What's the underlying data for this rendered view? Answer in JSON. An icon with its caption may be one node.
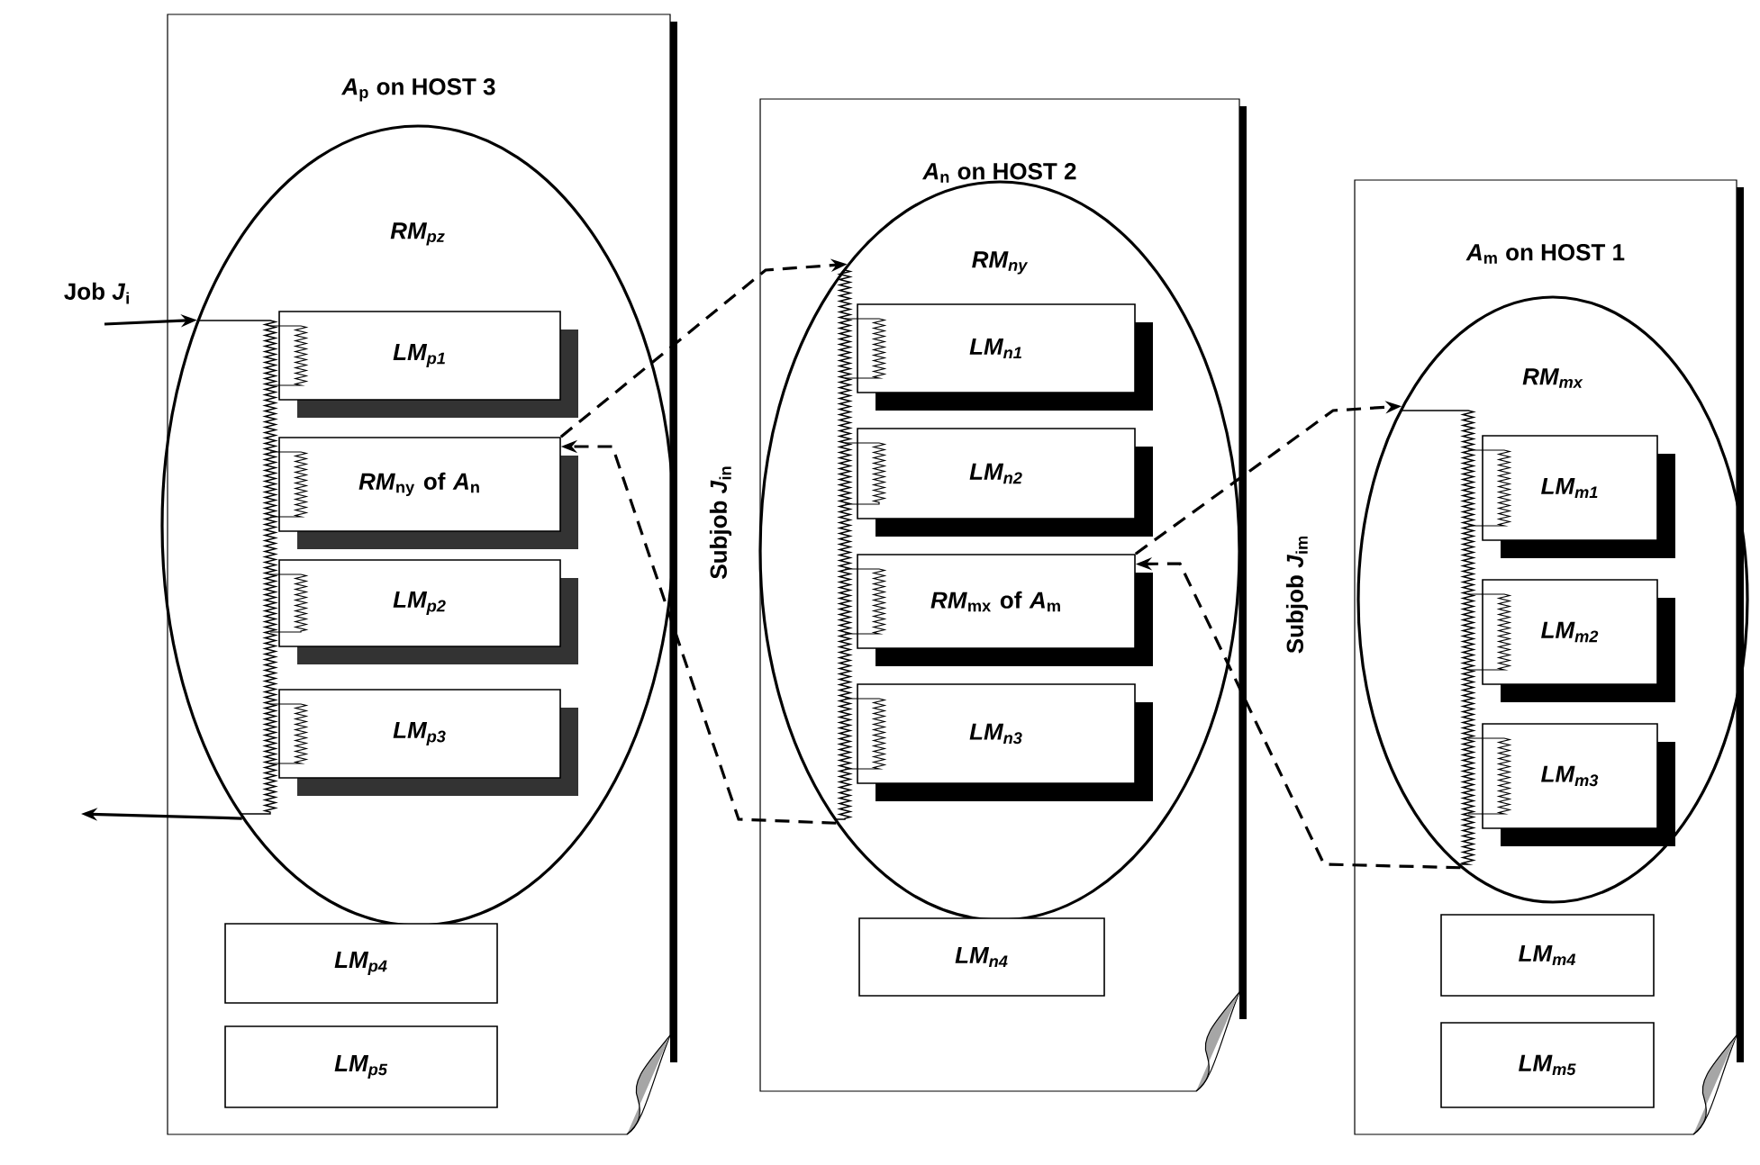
{
  "diagram": {
    "nodes": [
      {
        "text": [
          "*A*$_{p}$ on HOST 3"
        ]
      },
      {
        "text": [
          "RM$_{pz}$"
        ],
        "in": 0
      },
      {
        "text": [
          "LM$_{p1}$"
        ],
        "in": 1
      },
      {
        "text": [
          "*RM*$_{ny}$ of *A*$_{n}$"
        ],
        "in": 1
      },
      {
        "text": [
          "LM$_{p2}$"
        ],
        "in": 1
      },
      {
        "text": [
          "LM$_{p3}$"
        ],
        "in": 1
      },
      {
        "text": [
          "LM$_{p4}$"
        ],
        "in": 0
      },
      {
        "text": [
          "LM$_{p5}$"
        ],
        "in": 0
      },
      {
        "text": [
          "*A*$_{n}$ on HOST 2"
        ]
      },
      {
        "text": [
          "RM$_{ny}$"
        ],
        "in": 8
      },
      {
        "text": [
          "LM$_{n1}$"
        ],
        "in": 9
      },
      {
        "text": [
          "LM$_{n2}$"
        ],
        "in": 9
      },
      {
        "text": [
          "*RM*$_{mx}$ of *A*$_{m}$"
        ],
        "in": 9
      },
      {
        "text": [
          "LM$_{n3}$"
        ],
        "in": 9
      },
      {
        "text": [
          "LM$_{n4}$"
        ],
        "in": 8
      },
      {
        "text": [
          "*A*$_{m}$ on HOST 1"
        ]
      },
      {
        "text": [
          "RM$_{mx}$"
        ],
        "in": 15
      },
      {
        "text": [
          "LM$_{m1}$"
        ],
        "in": 16
      },
      {
        "text": [
          "LM$_{m2}$"
        ],
        "in": 16
      },
      {
        "text": [
          "LM$_{m3}$"
        ],
        "in": 16
      },
      {
        "text": [
          "LM$_{m4}$"
        ],
        "in": 15
      },
      {
        "text": [
          "LM$_{m5}$"
        ],
        "in": 15
      }
    ],
    "edges": [
      {
        "from": null,
        "to": 1,
        "arrow": "to",
        "label": "Job *J*$_{i}$"
      },
      {
        "from": 1,
        "to": null,
        "arrow": "to"
      },
      {
        "from": 3,
        "to": 9,
        "arrow": "to",
        "style": "dashed"
      },
      {
        "from": 9,
        "to": 3,
        "arrow": "to",
        "style": "dashed"
      },
      {
        "from": 12,
        "to": 16,
        "arrow": "to",
        "style": "dashed"
      },
      {
        "from": 16,
        "to": 12,
        "arrow": "to",
        "style": "dashed"
      }
    ],
    "labels": [
      "Subjob *J*$_{in}$",
      "Subjob *J*$_{im}$"
    ]
  }
}
